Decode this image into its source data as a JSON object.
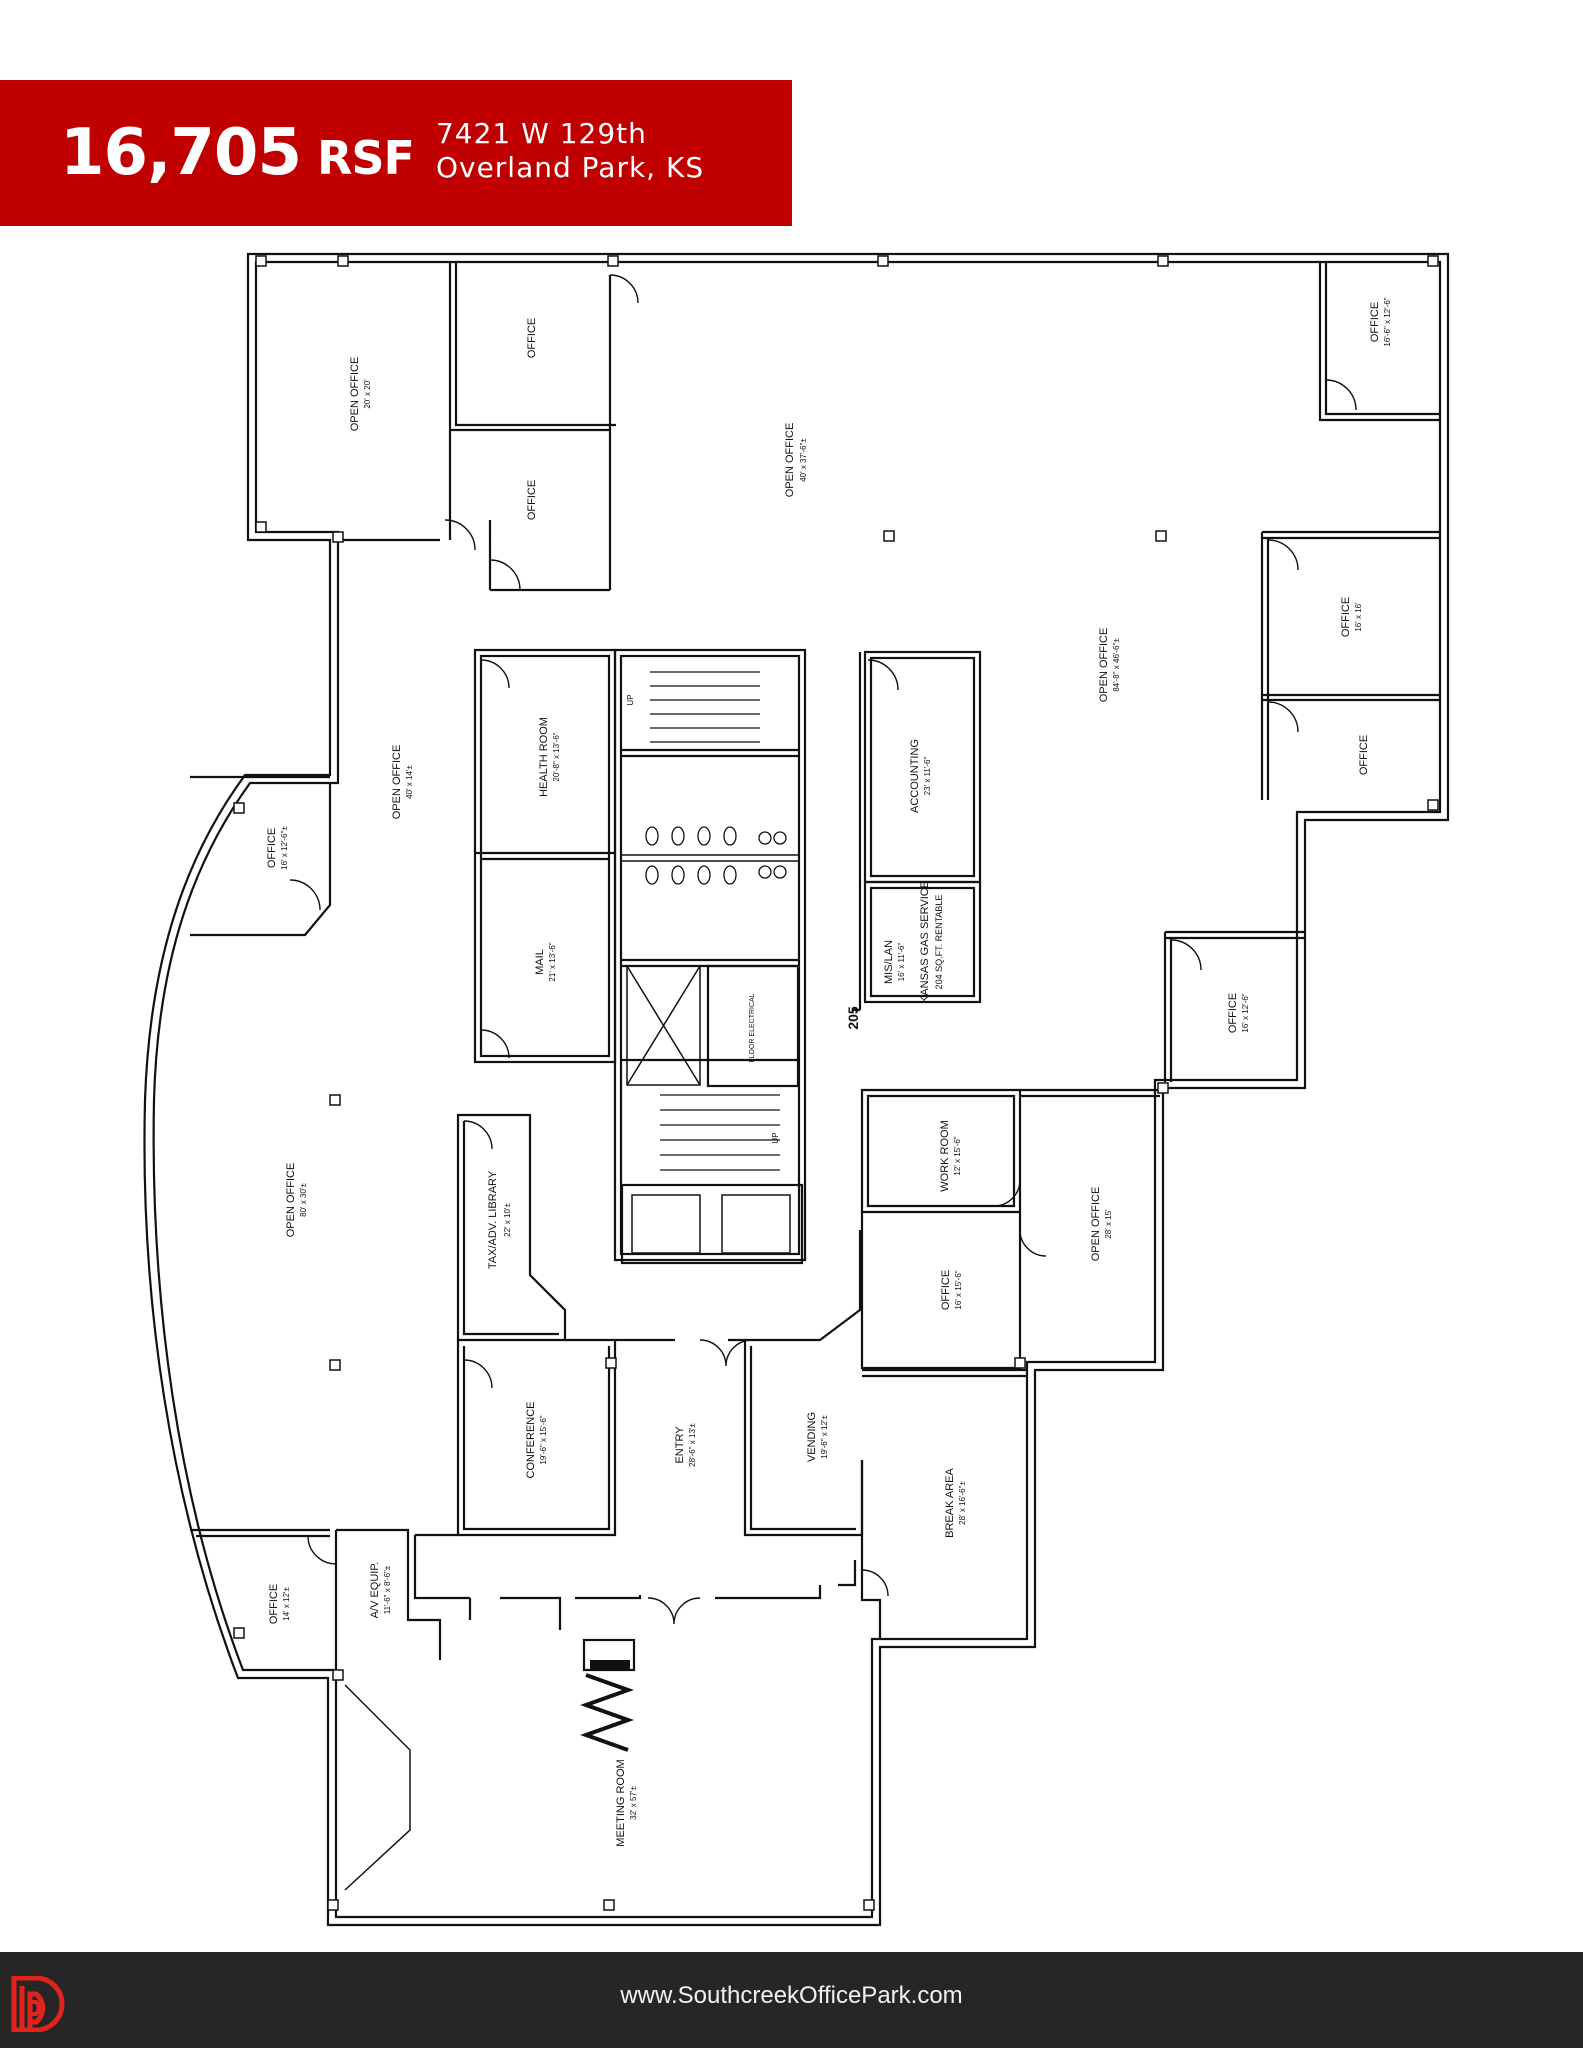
{
  "banner": {
    "area_value": "16,705",
    "area_unit": "RSF",
    "address_line1": "7421 W 129th",
    "address_line2": "Overland Park, KS",
    "background_color": "#c00000"
  },
  "floorplan": {
    "suite_number": "205",
    "rooms": [
      {
        "id": "open-office-nw",
        "name": "OPEN OFFICE",
        "size": "20' x 20'"
      },
      {
        "id": "office-n1",
        "name": "OFFICE",
        "size": ""
      },
      {
        "id": "office-n2",
        "name": "OFFICE",
        "size": ""
      },
      {
        "id": "open-office-n",
        "name": "OPEN OFFICE",
        "size": "40' x 37'-6\"±"
      },
      {
        "id": "office-ne",
        "name": "OFFICE",
        "size": "16'-6\" x 12'-6\""
      },
      {
        "id": "office-e1",
        "name": "OFFICE",
        "size": "16' x 16'"
      },
      {
        "id": "office-e2",
        "name": "OFFICE",
        "size": ""
      },
      {
        "id": "open-office-e",
        "name": "OPEN OFFICE",
        "size": "84'-8\" x 46'-6\"±"
      },
      {
        "id": "open-office-w",
        "name": "OPEN OFFICE",
        "size": "40' x 14'±"
      },
      {
        "id": "office-w",
        "name": "OFFICE",
        "size": "16' x 12'-6\"±"
      },
      {
        "id": "health-room",
        "name": "HEALTH ROOM",
        "size": "20'-8\" x 13'-6\""
      },
      {
        "id": "mail",
        "name": "MAIL",
        "size": "21' x 13'-6\""
      },
      {
        "id": "accounting",
        "name": "ACCOUNTING",
        "size": "23' x 11'-6\""
      },
      {
        "id": "mis-lan",
        "name": "MIS/LAN",
        "size": "16' x 11'-6\""
      },
      {
        "id": "kansas-gas",
        "name": "KANSAS GAS SERVICE",
        "size": "204 SQ.FT. RENTABLE"
      },
      {
        "id": "floor-electrical",
        "name": "FLOOR ELECTRICAL",
        "size": ""
      },
      {
        "id": "office-se1",
        "name": "OFFICE",
        "size": "16' x 12'-6\""
      },
      {
        "id": "work-room",
        "name": "WORK ROOM",
        "size": "12' x 15'-6\""
      },
      {
        "id": "open-office-se",
        "name": "OPEN OFFICE",
        "size": "28' x 15'"
      },
      {
        "id": "office-se2",
        "name": "OFFICE",
        "size": "16' x 15'-6\""
      },
      {
        "id": "tax-library",
        "name": "TAX/ADV. LIBRARY",
        "size": "22' x 10'±"
      },
      {
        "id": "open-office-sw",
        "name": "OPEN OFFICE",
        "size": "80' x 30'±"
      },
      {
        "id": "conference",
        "name": "CONFERENCE",
        "size": "19'-6\" x 15'-6\""
      },
      {
        "id": "entry",
        "name": "ENTRY",
        "size": "28'-6\" x 13'±"
      },
      {
        "id": "vending",
        "name": "VENDING",
        "size": "19'-6\" x 12'±"
      },
      {
        "id": "break-area",
        "name": "BREAK AREA",
        "size": "28' x 16'-6\"±"
      },
      {
        "id": "office-sw",
        "name": "OFFICE",
        "size": "14' x 12'±"
      },
      {
        "id": "av-equip",
        "name": "A/V EQUIP.",
        "size": "11'-6\" x 8'-6\"±"
      },
      {
        "id": "meeting-room",
        "name": "MEETING ROOM",
        "size": "32' x 57'±"
      }
    ],
    "stair_labels": {
      "up_1": "UP",
      "up_2": "UP"
    }
  },
  "footer": {
    "url": "www.SouthcreekOfficePark.com",
    "logo_color": "#e0231c",
    "background_color": "#262626"
  }
}
